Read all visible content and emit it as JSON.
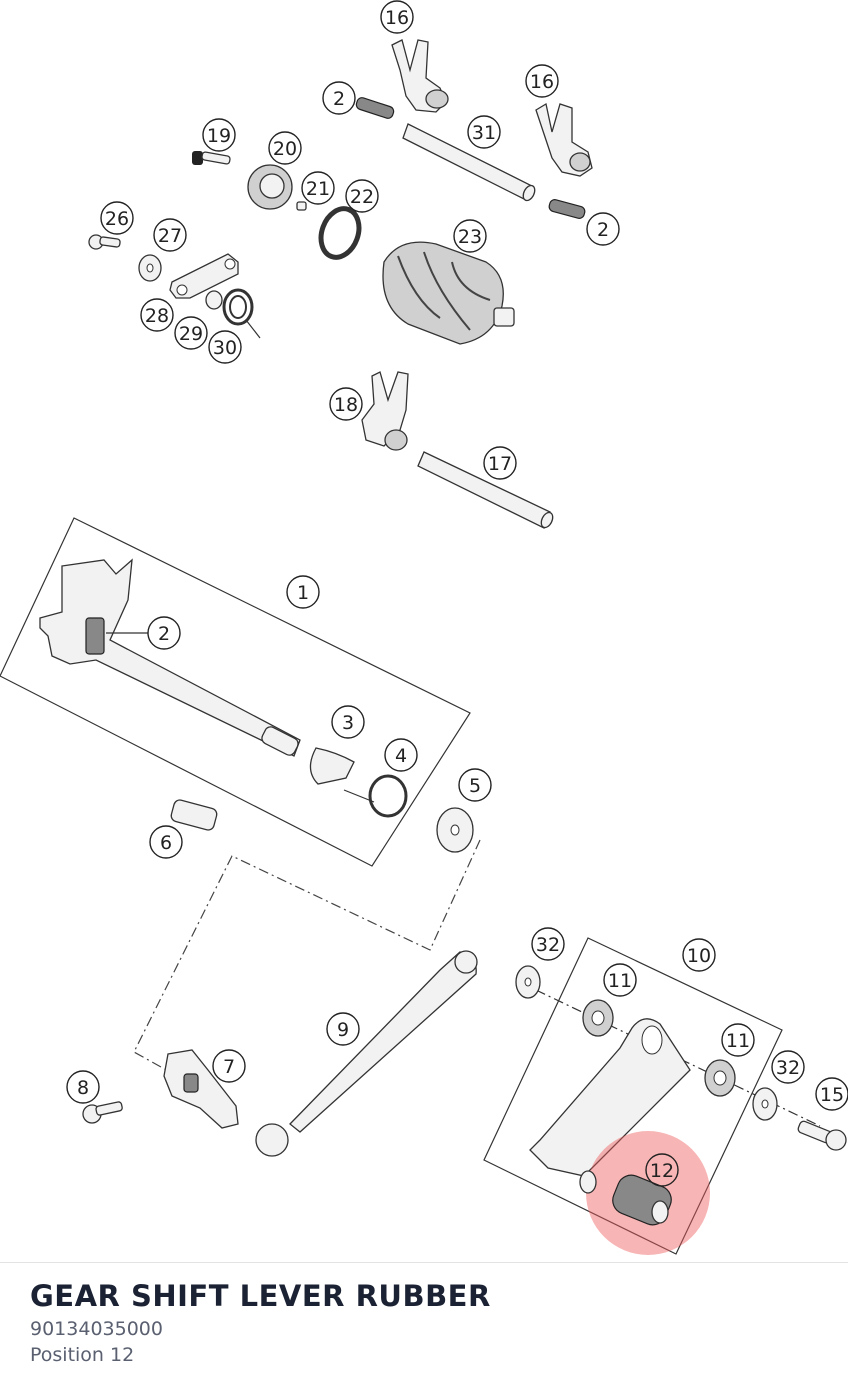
{
  "selected_part": {
    "name": "GEAR SHIFT LEVER RUBBER",
    "part_number": "90134035000",
    "position_label": "Position 12"
  },
  "highlight_color": "#f05a5a",
  "callouts": [
    {
      "id": "16a",
      "label": "16"
    },
    {
      "id": "2a",
      "label": "2"
    },
    {
      "id": "16b",
      "label": "16"
    },
    {
      "id": "31",
      "label": "31"
    },
    {
      "id": "19",
      "label": "19"
    },
    {
      "id": "20",
      "label": "20"
    },
    {
      "id": "21",
      "label": "21"
    },
    {
      "id": "22",
      "label": "22"
    },
    {
      "id": "2b",
      "label": "2"
    },
    {
      "id": "26",
      "label": "26"
    },
    {
      "id": "27",
      "label": "27"
    },
    {
      "id": "23",
      "label": "23"
    },
    {
      "id": "28",
      "label": "28"
    },
    {
      "id": "29",
      "label": "29"
    },
    {
      "id": "30",
      "label": "30"
    },
    {
      "id": "18",
      "label": "18"
    },
    {
      "id": "17",
      "label": "17"
    },
    {
      "id": "1",
      "label": "1"
    },
    {
      "id": "2c",
      "label": "2"
    },
    {
      "id": "3",
      "label": "3"
    },
    {
      "id": "4",
      "label": "4"
    },
    {
      "id": "5",
      "label": "5"
    },
    {
      "id": "6",
      "label": "6"
    },
    {
      "id": "32a",
      "label": "32"
    },
    {
      "id": "10",
      "label": "10"
    },
    {
      "id": "11a",
      "label": "11"
    },
    {
      "id": "9",
      "label": "9"
    },
    {
      "id": "11b",
      "label": "11"
    },
    {
      "id": "7",
      "label": "7"
    },
    {
      "id": "32b",
      "label": "32"
    },
    {
      "id": "8",
      "label": "8"
    },
    {
      "id": "15",
      "label": "15"
    },
    {
      "id": "12",
      "label": "12"
    }
  ]
}
